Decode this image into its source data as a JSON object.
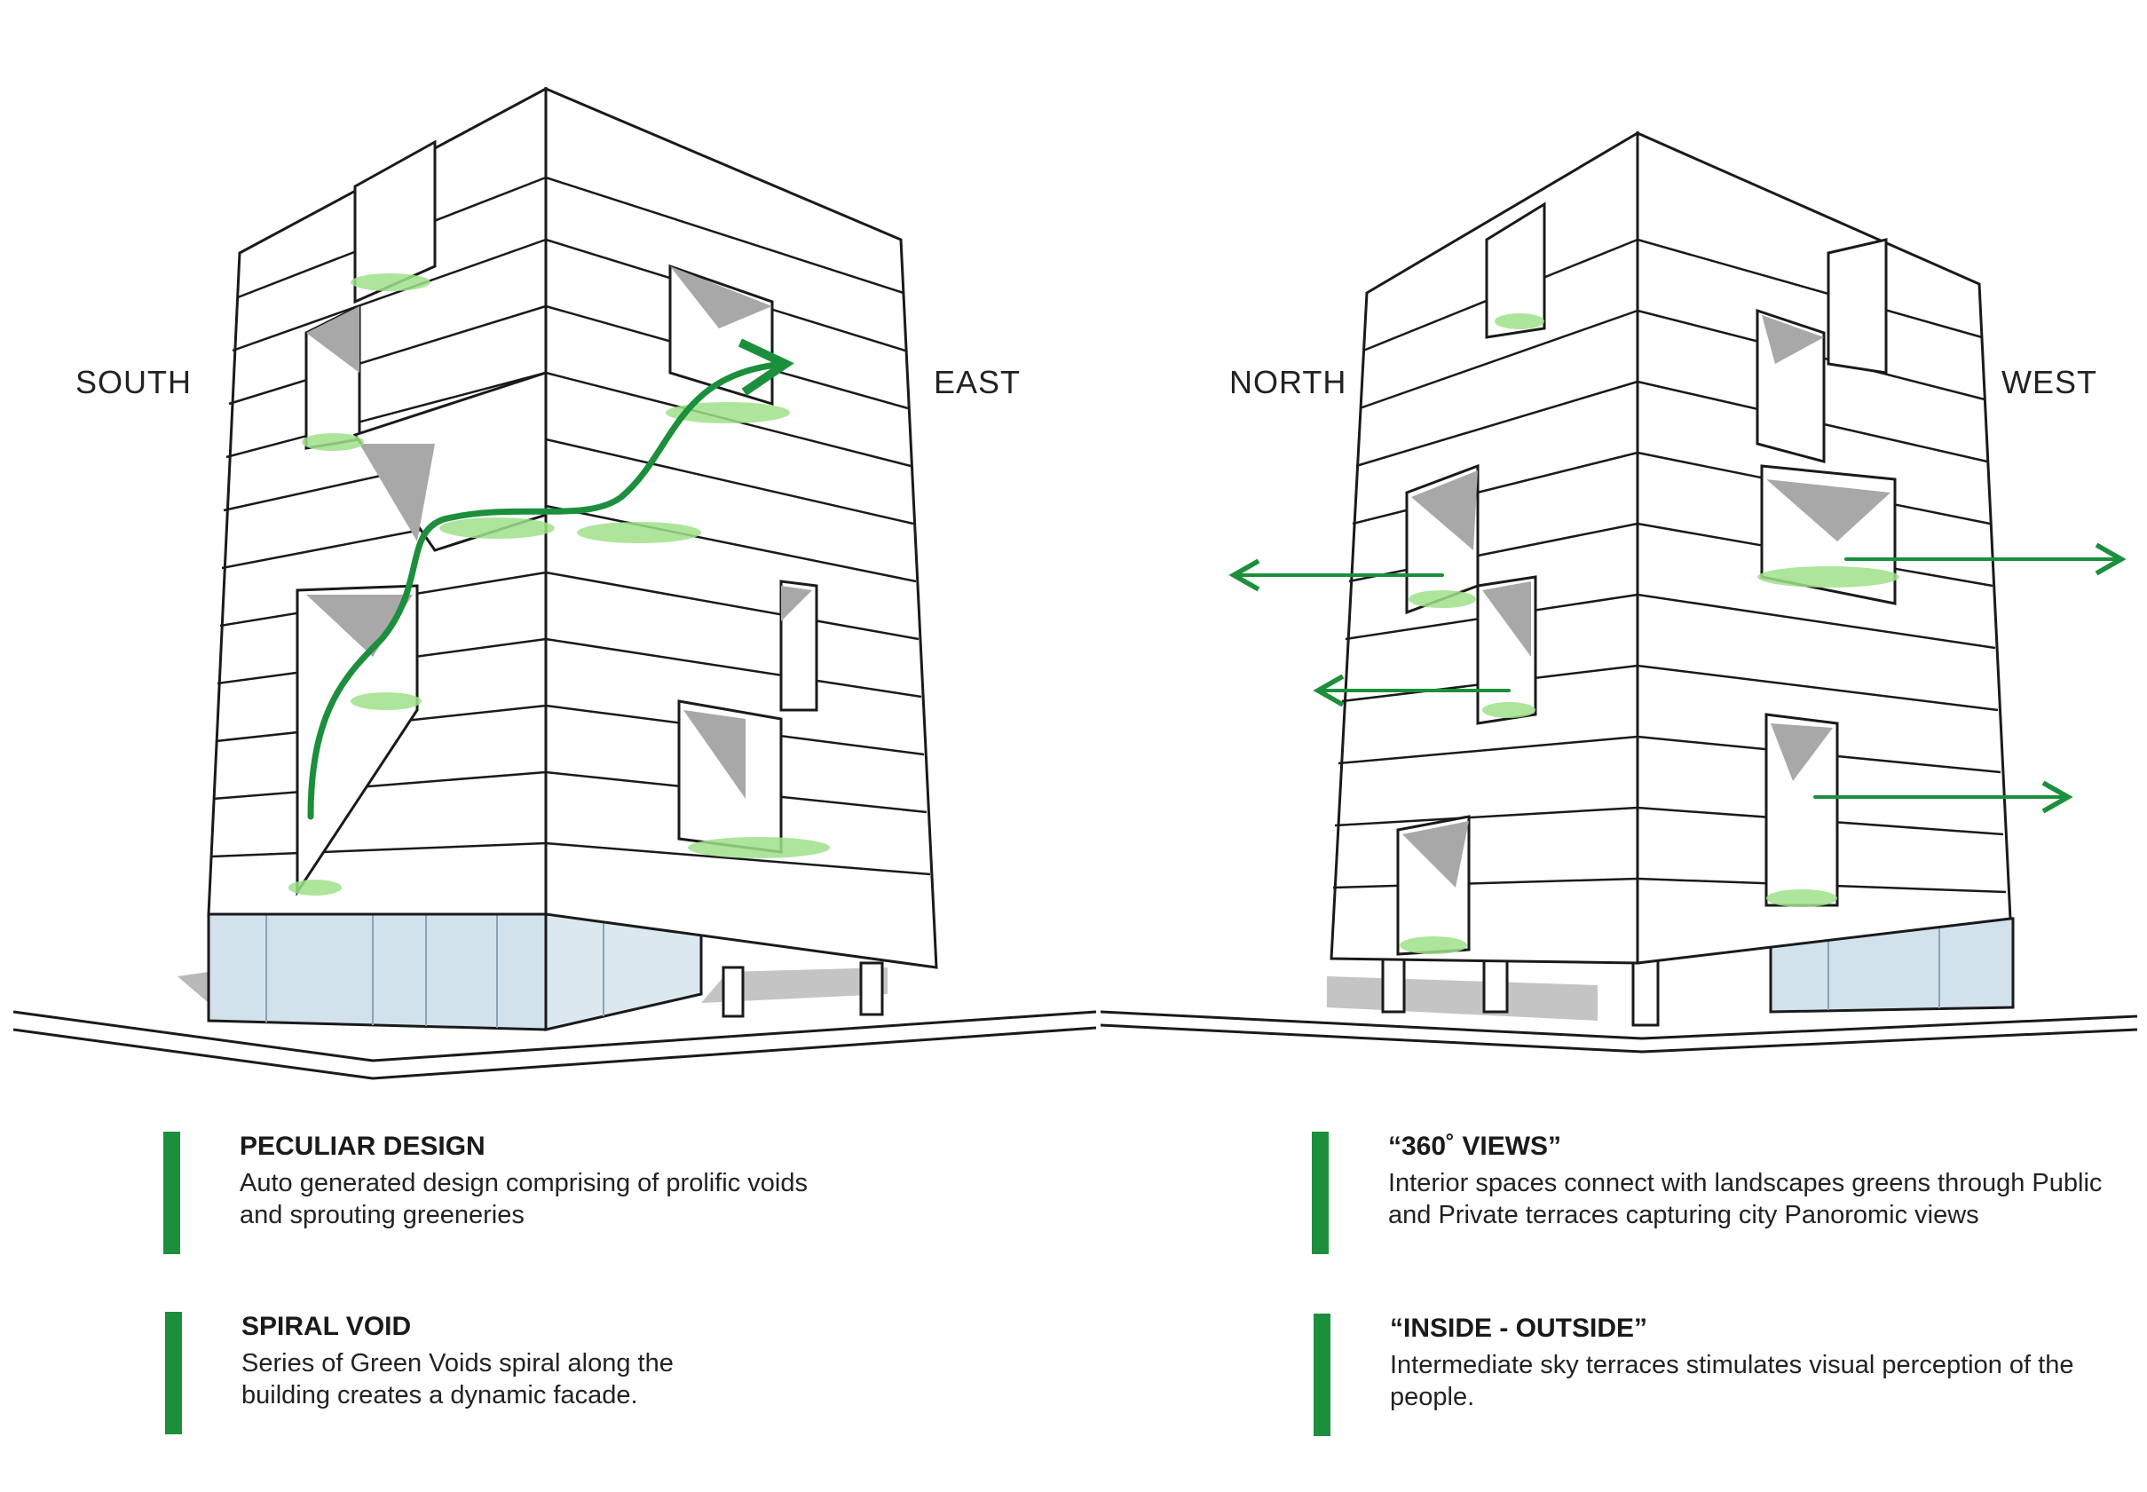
{
  "orientation_labels": {
    "south": "SOUTH",
    "east": "EAST",
    "north": "NORTH",
    "west": "WEST"
  },
  "features": [
    {
      "title": "PECULIAR DESIGN",
      "description": "Auto generated design comprising of prolific voids and sprouting greeneries"
    },
    {
      "title": "SPIRAL VOID",
      "description": "Series of Green Voids spiral along the building creates a dynamic facade."
    },
    {
      "title": "“360˚ VIEWS”",
      "description": "Interior spaces connect with landscapes greens through Public and Private terraces capturing city Panoromic views"
    },
    {
      "title": "“INSIDE - OUTSIDE”",
      "description": "Intermediate sky terraces stimulates visual perception of the people."
    }
  ],
  "colors": {
    "accent_green": "#1c8f3c",
    "greenery": "#9fe08a",
    "glass": "#d2e2ec",
    "shadow": "#b8b8b8",
    "line": "#1a1a1a"
  }
}
